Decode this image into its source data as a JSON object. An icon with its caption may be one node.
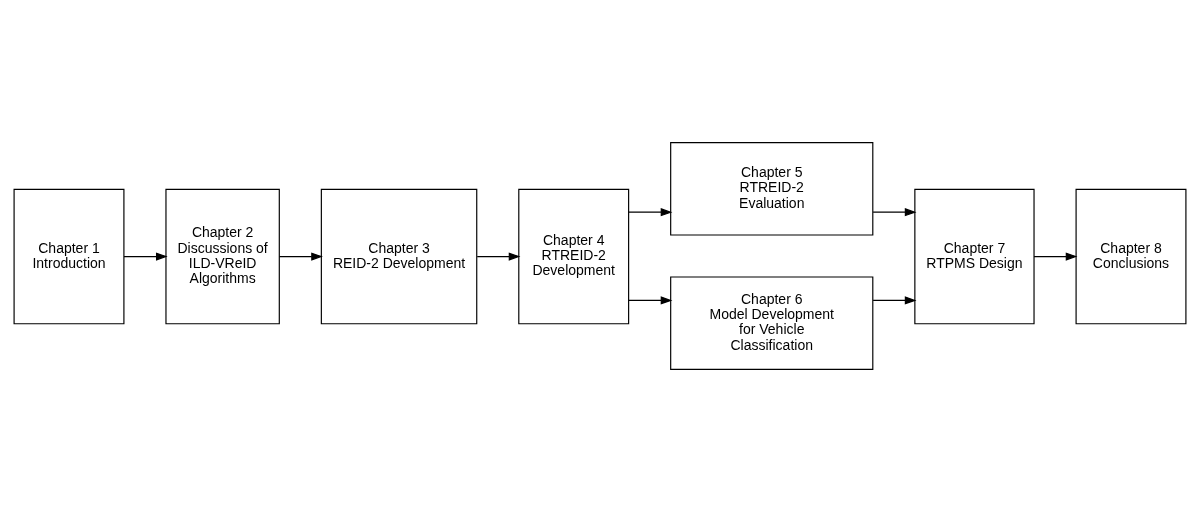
{
  "diagram": {
    "nodes": [
      {
        "text": [
          "Chapter 1",
          "Introduction"
        ]
      },
      {
        "text": [
          "Chapter 2",
          "Discussions of ILD-VReID Algorithms"
        ]
      },
      {
        "text": [
          "Chapter 3",
          "REID-2 Development"
        ]
      },
      {
        "text": [
          "Chapter 4",
          "RTREID-2 Development"
        ]
      },
      {
        "text": [
          "Chapter 5",
          "RTREID-2 Evaluation"
        ]
      },
      {
        "text": [
          "Chapter 6",
          "Model Development for Vehicle Classification"
        ]
      },
      {
        "text": [
          "Chapter 7",
          "RTPMS Design"
        ]
      },
      {
        "text": [
          "Chapter 8",
          "Conclusions"
        ]
      }
    ],
    "edges": [
      {
        "from": 0,
        "to": 1,
        "arrow": "to"
      },
      {
        "from": 1,
        "to": 2,
        "arrow": "to"
      },
      {
        "from": 2,
        "to": 3,
        "arrow": "to"
      },
      {
        "from": 3,
        "to": 4,
        "arrow": "to"
      },
      {
        "from": 3,
        "to": 5,
        "arrow": "to"
      },
      {
        "from": 4,
        "to": 6,
        "arrow": "to"
      },
      {
        "from": 5,
        "to": 6,
        "arrow": "to"
      },
      {
        "from": 6,
        "to": 7,
        "arrow": "to"
      }
    ]
  }
}
